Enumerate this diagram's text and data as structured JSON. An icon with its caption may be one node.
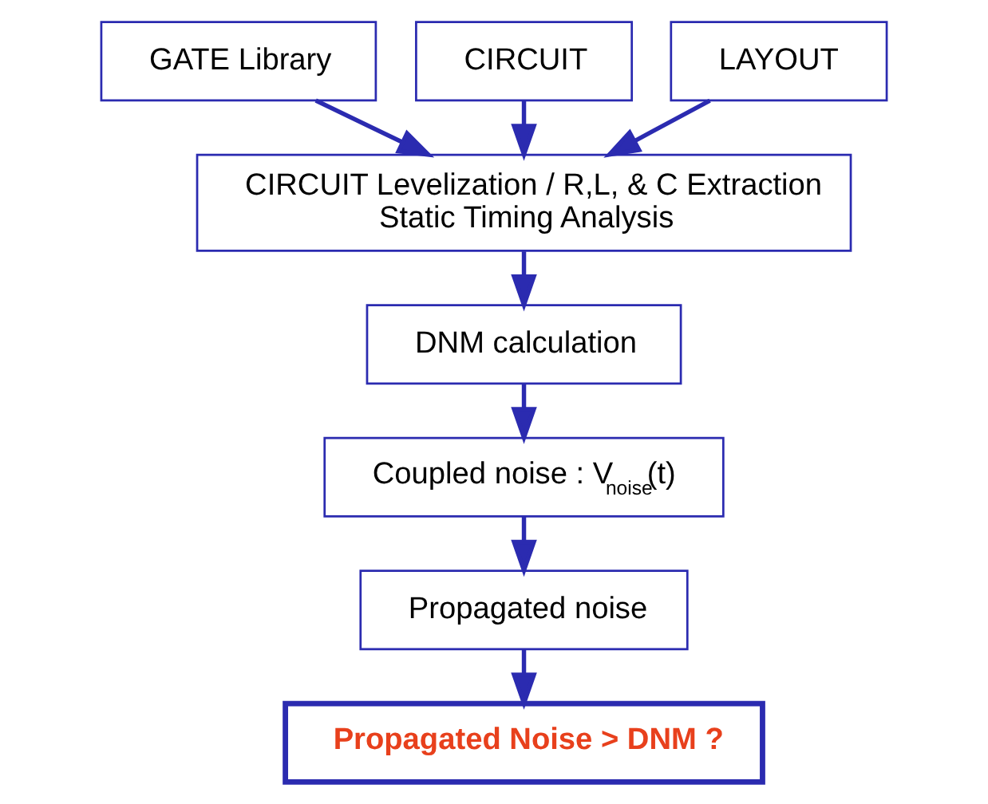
{
  "diagram": {
    "nodes": [
      {
        "text": [
          "GATE Library"
        ]
      },
      {
        "text": [
          "CIRCUIT"
        ]
      },
      {
        "text": [
          "LAYOUT"
        ]
      },
      {
        "text": [
          "CIRCUIT Levelization / R,L, & C Extraction",
          "Static Timing Analysis"
        ]
      },
      {
        "text": [
          "DNM calculation"
        ]
      },
      {
        "text": [
          "Coupled noise : V$_{noise}$(t)"
        ]
      },
      {
        "text": [
          "Propagated noise"
        ]
      },
      {
        "text": [
          "Propagated Noise > DNM ?"
        ]
      }
    ],
    "edges": [
      {
        "from": 0,
        "to": 3,
        "arrow": "to"
      },
      {
        "from": 1,
        "to": 3,
        "arrow": "to"
      },
      {
        "from": 2,
        "to": 3,
        "arrow": "to"
      },
      {
        "from": 3,
        "to": 4,
        "arrow": "to"
      },
      {
        "from": 4,
        "to": 5,
        "arrow": "to"
      },
      {
        "from": 5,
        "to": 6,
        "arrow": "to"
      },
      {
        "from": 6,
        "to": 7,
        "arrow": "to"
      }
    ]
  }
}
